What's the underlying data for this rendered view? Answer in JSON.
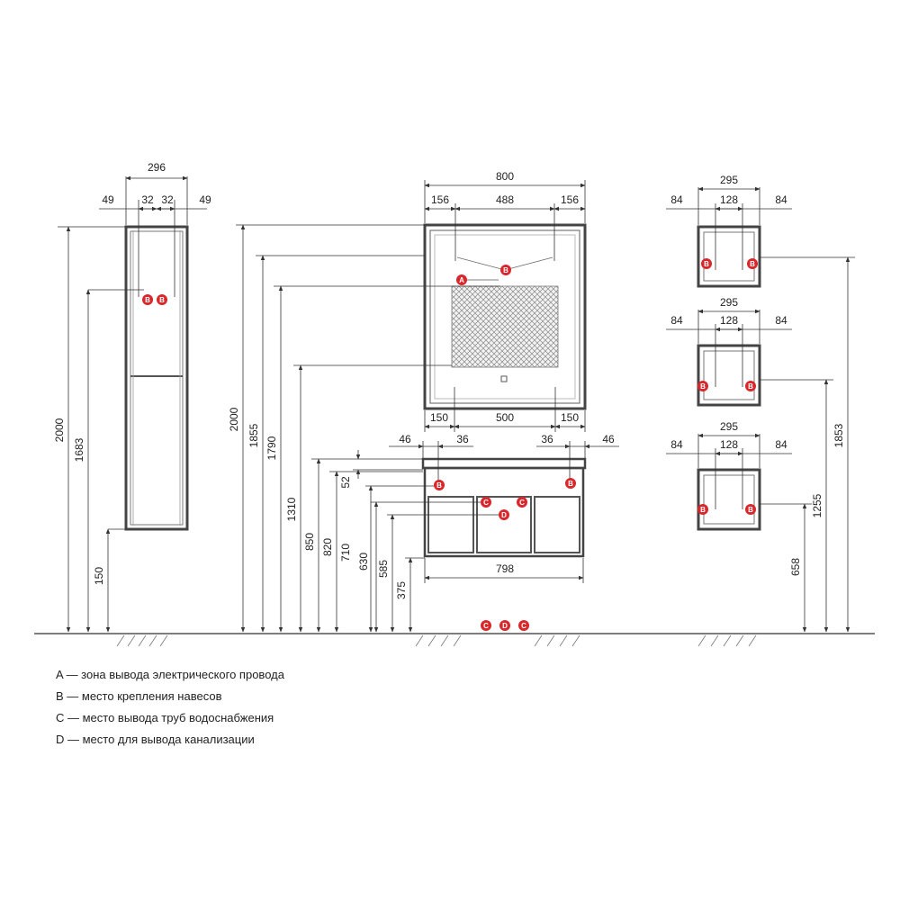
{
  "markers": {
    "color": "#d8282c",
    "a": "A",
    "b": "B",
    "c": "C",
    "d": "D"
  },
  "tall_cabinet": {
    "width": "296",
    "side_left": "49",
    "inner_left": "32",
    "inner_right": "32",
    "side_right": "49",
    "height": "2000",
    "mount_height": "1683",
    "floor_gap": "150"
  },
  "mirror": {
    "width": "800",
    "top_left": "156",
    "top_center": "488",
    "top_right": "156",
    "bottom_left": "150",
    "bottom_center": "500",
    "bottom_right": "150"
  },
  "vanity": {
    "top_left_outer": "46",
    "top_left_inner": "36",
    "top_right_inner": "36",
    "top_right_outer": "46",
    "depth_52": "52",
    "body_width": "798"
  },
  "heights": {
    "h2000": "2000",
    "h1855": "1855",
    "h1790": "1790",
    "h1310": "1310",
    "h850": "850",
    "h820": "820",
    "h710": "710",
    "h630": "630",
    "h585": "585",
    "h375": "375"
  },
  "wall_cabinets": {
    "top": {
      "width": "295",
      "left": "84",
      "center": "128",
      "right": "84"
    },
    "middle": {
      "width": "295",
      "left": "84",
      "center": "128",
      "right": "84"
    },
    "bottom": {
      "width": "295",
      "left": "84",
      "center": "128",
      "right": "84"
    },
    "h1853": "1853",
    "h1255": "1255",
    "h658": "658"
  },
  "legend": {
    "a": "A — зона вывода электрического провода",
    "b": "B — место крепления навесов",
    "c": "C — место вывода труб водоснабжения",
    "d": "D — место для вывода канализации"
  }
}
